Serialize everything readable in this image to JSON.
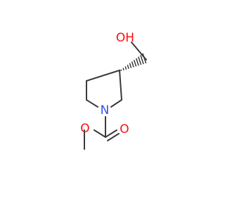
{
  "colors": {
    "background": "#ffffff",
    "bond": "#3a3a3a",
    "oxygen": "#ff0d0d",
    "nitrogen": "#3050f8"
  },
  "atoms": {
    "hydroxyl": "OH",
    "carbonyl_oxygen": "O",
    "ester_oxygen": "O",
    "ring_nitrogen": "N"
  },
  "stereo": {
    "bond_type": "hashed-wedge",
    "center": "C3"
  }
}
